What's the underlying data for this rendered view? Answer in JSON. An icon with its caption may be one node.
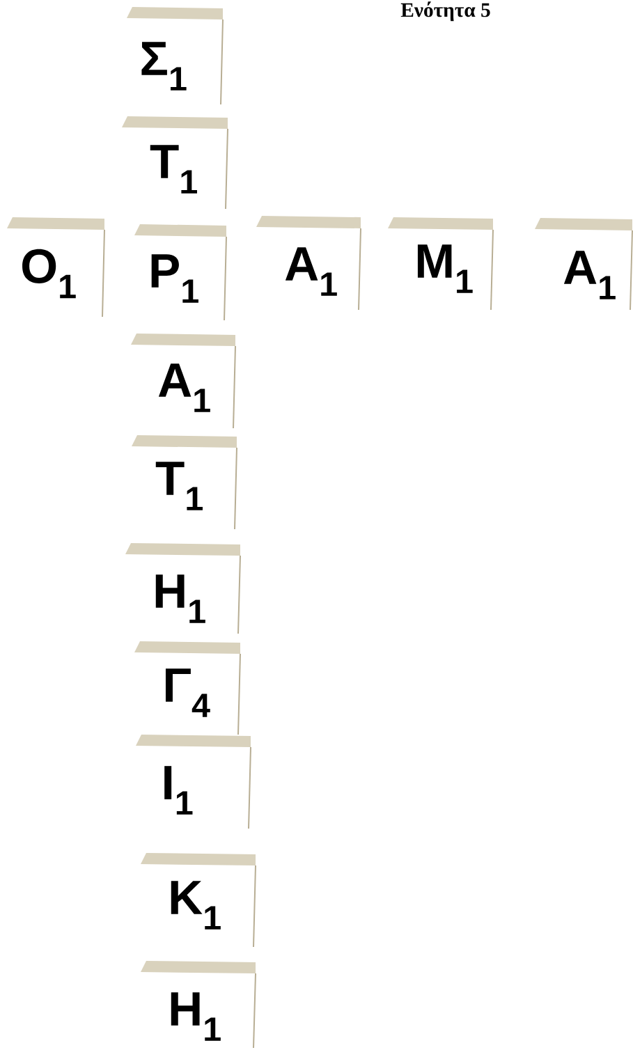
{
  "diagram": {
    "title": "Ενότητα 5",
    "nodes": [
      {
        "text": [
          "Σ$_{1}$"
        ]
      },
      {
        "text": [
          "Τ$_{1}$"
        ]
      },
      {
        "text": [
          "Ο$_{1}$"
        ]
      },
      {
        "text": [
          "Ρ$_{1}$"
        ]
      },
      {
        "text": [
          "Α$_{1}$"
        ]
      },
      {
        "text": [
          "Μ$_{1}$"
        ]
      },
      {
        "text": [
          "Α$_{1}$"
        ]
      },
      {
        "text": [
          "Α$_{1}$"
        ]
      },
      {
        "text": [
          "Τ$_{1}$"
        ]
      },
      {
        "text": [
          "Η$_{1}$"
        ]
      },
      {
        "text": [
          "Γ$_{4}$"
        ]
      },
      {
        "text": [
          "Ι$_{1}$"
        ]
      },
      {
        "text": [
          "Κ$_{1}$"
        ]
      },
      {
        "text": [
          "Η$_{1}$"
        ]
      }
    ]
  }
}
